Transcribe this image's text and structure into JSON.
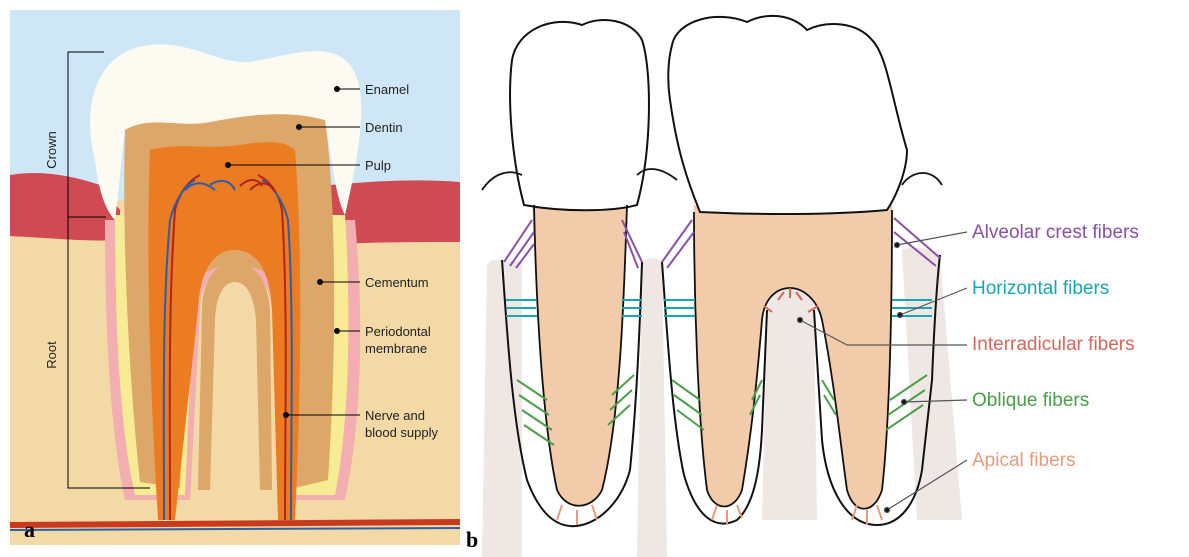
{
  "panel_a": {
    "letter": "a",
    "labels": {
      "enamel": "Enamel",
      "dentin": "Dentin",
      "pulp": "Pulp",
      "cementum": "Cementum",
      "periodontal_1": "Periodontal",
      "periodontal_2": "membrane",
      "nerve_1": "Nerve and",
      "nerve_2": "blood supply",
      "crown": "Crown",
      "root": "Root"
    },
    "colors": {
      "sky": "#cfe6f7",
      "enamel": "#fdfbf1",
      "dentin": "#dca768",
      "pulp": "#ec7c22",
      "gum": "#cf4a52",
      "bone": "#f2d9a5",
      "cementum": "#f7ec93",
      "membrane": "#f2aeb0"
    }
  },
  "panel_b": {
    "letter": "b",
    "fibers": [
      {
        "label": "Alveolar crest fibers",
        "color": "#8a4fa6"
      },
      {
        "label": "Horizontal fibers",
        "color": "#19a5b3"
      },
      {
        "label": "Interradicular fibers",
        "color": "#d4665c"
      },
      {
        "label": "Oblique fibers",
        "color": "#4a9f48"
      },
      {
        "label": "Apical fibers",
        "color": "#e89a7d"
      }
    ],
    "colors": {
      "root": "#f2cbaa",
      "bone": "#efe7e3",
      "crown": "#ffffff"
    }
  }
}
